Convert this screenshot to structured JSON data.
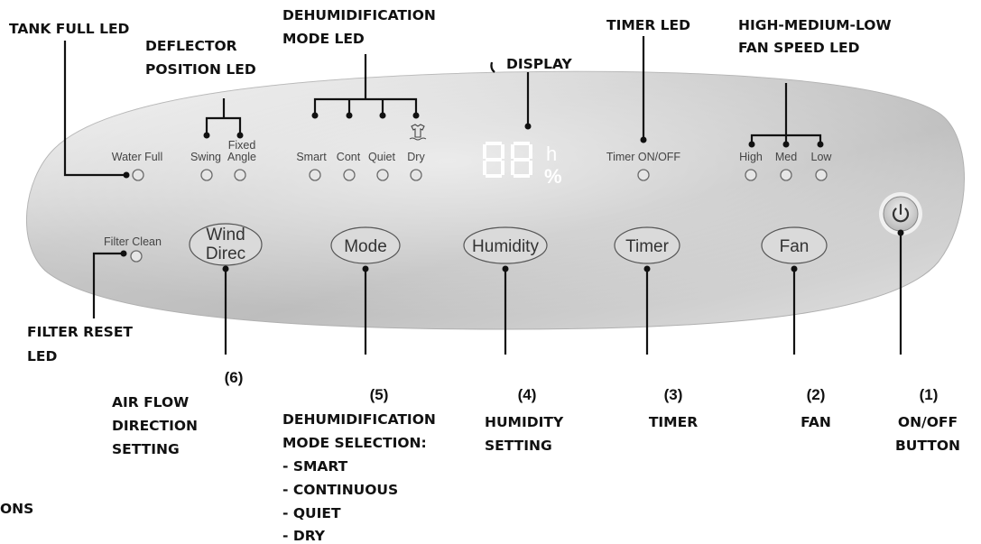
{
  "panel": {
    "led_labels": {
      "water_full": "Water Full",
      "swing": "Swing",
      "fixed_line1": "Fixed",
      "fixed_line2": "Angle",
      "smart": "Smart",
      "cont": "Cont",
      "quiet": "Quiet",
      "dry": "Dry",
      "timer_onoff": "Timer ON/OFF",
      "high": "High",
      "med": "Med",
      "low": "Low",
      "filter_clean": "Filter Clean"
    },
    "display": {
      "digits": "88",
      "unit_h": "h",
      "unit_pct": "%"
    },
    "buttons": {
      "wind_line1": "Wind",
      "wind_line2": "Direc",
      "mode": "Mode",
      "humidity": "Humidity",
      "timer": "Timer",
      "fan": "Fan"
    },
    "icons": {
      "power": "power-icon",
      "dry": "shirt-dry-icon"
    }
  },
  "callouts": {
    "tank_full_led": "TANK FULL LED",
    "deflector_line1": "DEFLECTOR",
    "deflector_line2": "POSITION LED",
    "dehum_led_line1": "DEHUMIDIFICATION",
    "dehum_led_line2": "MODE LED",
    "display": "DISPLAY",
    "timer_led": "TIMER LED",
    "fan_led_line1": "HIGH-MEDIUM-LOW",
    "fan_led_line2": "FAN SPEED LED",
    "filter_reset_line1": "FILTER RESET",
    "filter_reset_line2": "LED"
  },
  "functions": [
    {
      "num": "(6)",
      "lines": [
        "AIR FLOW",
        "DIRECTION",
        "SETTING"
      ]
    },
    {
      "num": "(5)",
      "lines": [
        "DEHUMIDIFICATION",
        "MODE SELECTION:",
        "- SMART",
        "- CONTINUOUS",
        "- QUIET",
        "- DRY"
      ]
    },
    {
      "num": "(4)",
      "lines": [
        "HUMIDITY",
        "SETTING"
      ]
    },
    {
      "num": "(3)",
      "lines": [
        "TIMER"
      ]
    },
    {
      "num": "(2)",
      "lines": [
        "FAN"
      ]
    },
    {
      "num": "(1)",
      "lines": [
        "ON/OFF",
        "BUTTON"
      ]
    }
  ],
  "footer_fragment": "ONS"
}
